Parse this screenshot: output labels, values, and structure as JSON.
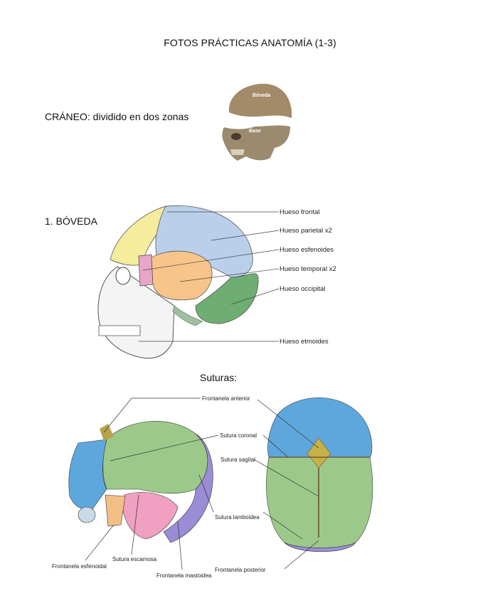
{
  "title": "FOTOS PRÁCTICAS ANATOMÍA  (1-3)",
  "craneo": {
    "heading": "CRÁNEO: dividido en dos zonas",
    "figure_labels": {
      "top": "Bóveda",
      "bottom": "Base"
    }
  },
  "boveda": {
    "heading": "1. BÓVEDA",
    "labels": [
      "Hueso frontal",
      "Hueso parietal  x2",
      "Hueso esfenoides",
      "Hueso temporal x2",
      "Hueso occipital",
      "Hueso etmoides"
    ],
    "colors": {
      "frontal": "#f5ec9c",
      "parietal": "#b9cfea",
      "esfenoides": "#e8a6c8",
      "temporal": "#f7c58a",
      "occipital": "#6fae72",
      "etmoides": "#9fbfa0"
    }
  },
  "suturas": {
    "heading": "Suturas:",
    "labels": {
      "frontanela_anterior": "Frontanela anterior",
      "sutura_coronal": "Sutura coronal",
      "sutura_sagital": "Sutura sagital",
      "sutura_lamboidea": "Sutura lamboidea",
      "frontanela_esfenoidal": "Frontanela esfenoidal",
      "sutura_escamosa": "Sutura escamosa",
      "frontanela_mastoidea": "Frontanela mastoidea",
      "frontanela_posterior": "Frontanela posterior"
    }
  }
}
